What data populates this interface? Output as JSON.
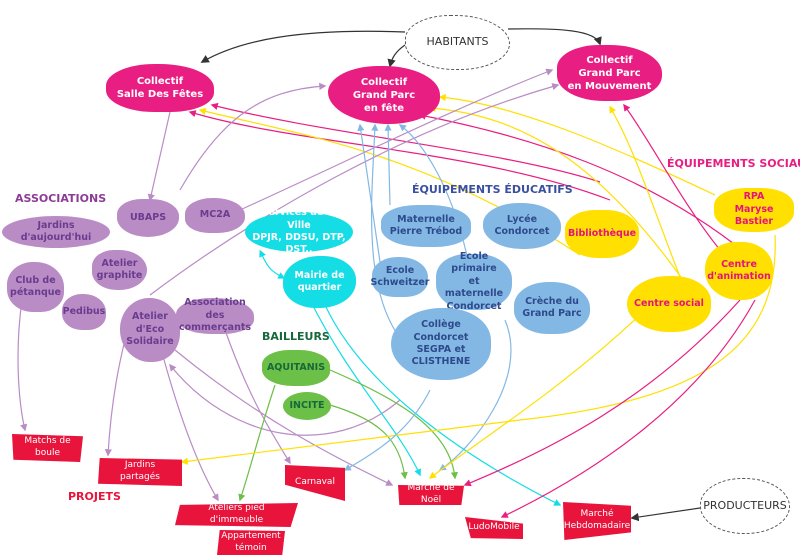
{
  "title": "Réseau d'acteurs du Grand Parc",
  "colors": {
    "collectif": "#e91e82",
    "associations": "#b98cc5",
    "ville": "#15dde6",
    "educatifs": "#84b8e4",
    "sociaux": "#ffe000",
    "bailleurs": "#6cbf47",
    "projets": "#e8143c",
    "cloud_border": "#555555"
  },
  "sections": {
    "associations": "ASSOCIATIONS",
    "educatifs": "ÉQUIPEMENTS ÉDUCATIFS",
    "sociaux": "ÉQUIPEMENTS SOCIAUX",
    "bailleurs": "BAILLEURS",
    "projets": "PROJETS"
  },
  "clouds": {
    "habitants": "HABITANTS",
    "producteurs": "PRODUCTEURS"
  },
  "collectifs": {
    "salle_des_fetes": "Collectif\nSalle Des Fêtes",
    "grand_parc_en_fete": "Collectif\nGrand Parc\nen fête",
    "grand_parc_en_mouvement": "Collectif\nGrand Parc\nen Mouvement"
  },
  "associations": {
    "ubaps": "UBAPS",
    "mc2a": "MC2A",
    "jardins_aujourdhui": "Jardins d'aujourd'hui",
    "atelier_graphite": "Atelier\ngraphite",
    "club_petanque": "Club de\npétanque",
    "pedibus": "Pedibus",
    "atelier_eco_solidaire": "Atelier\nd'Eco\nSolidaire",
    "association_commercants": "Association des\ncommerçants"
  },
  "ville": {
    "services": "Services de la Ville\nDPJR, DDSU, DTP, DST..",
    "mairie": "Mairie de\nquartier"
  },
  "educatifs": {
    "maternelle_trebod": "Maternelle\nPierre Trébod",
    "lycee_condorcet": "Lycée\nCondorcet",
    "ecole_schweitzer": "Ecole\nSchweitzer",
    "ecole_primaire_condorcet": "Ecole primaire\net maternelle\nCondorcet",
    "creche_grand_parc": "Crèche du\nGrand Parc",
    "college_condorcet": "Collège\nCondorcet\nSEGPA et CLISTHENE"
  },
  "sociaux": {
    "bibliotheque": "Bibliothèque",
    "rpa": "RPA\nMaryse Bastier",
    "centre_animation": "Centre\nd'animation",
    "centre_social": "Centre social"
  },
  "bailleurs": {
    "aquitanis": "AQUITANIS",
    "incite": "INCITE"
  },
  "projets": {
    "matchs_boule": "Matchs de boule",
    "jardins_partages": "Jardins partagés",
    "carnaval": "Carnaval",
    "ateliers_pied": "Ateliers pied d'immeuble",
    "appartement_temoin": "Appartement\ntémoin",
    "marche_noel": "Marché de Noël",
    "ludomobile": "LudoMobile",
    "marche_hebdo": "Marché\nHebdomadaire"
  }
}
